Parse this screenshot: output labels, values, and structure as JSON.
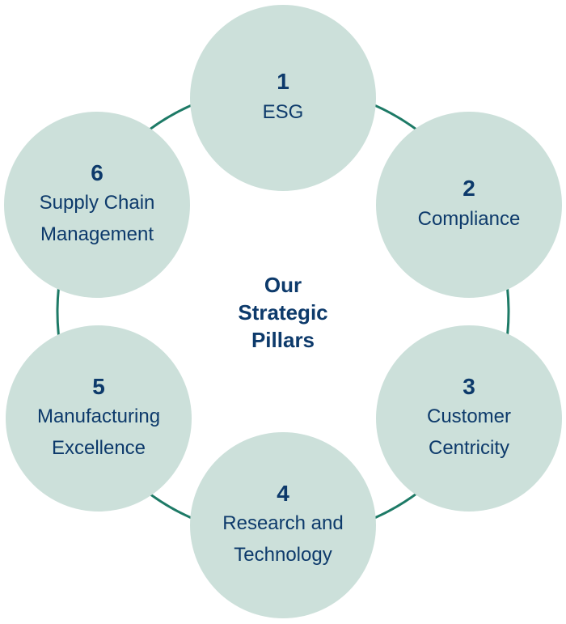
{
  "center_title": "Our\nStrategic\nPillars",
  "pillars": [
    {
      "number": "1",
      "label": "ESG"
    },
    {
      "number": "2",
      "label": "Compliance"
    },
    {
      "number": "3",
      "label": "Customer\nCentricity"
    },
    {
      "number": "4",
      "label": "Research and\nTechnology"
    },
    {
      "number": "5",
      "label": "Manufacturing\nExcellence"
    },
    {
      "number": "6",
      "label": "Supply Chain\nManagement"
    }
  ],
  "colors": {
    "circle_fill": "#cce0da",
    "ring_stroke": "#1d7a66",
    "text": "#0d3a6b"
  }
}
